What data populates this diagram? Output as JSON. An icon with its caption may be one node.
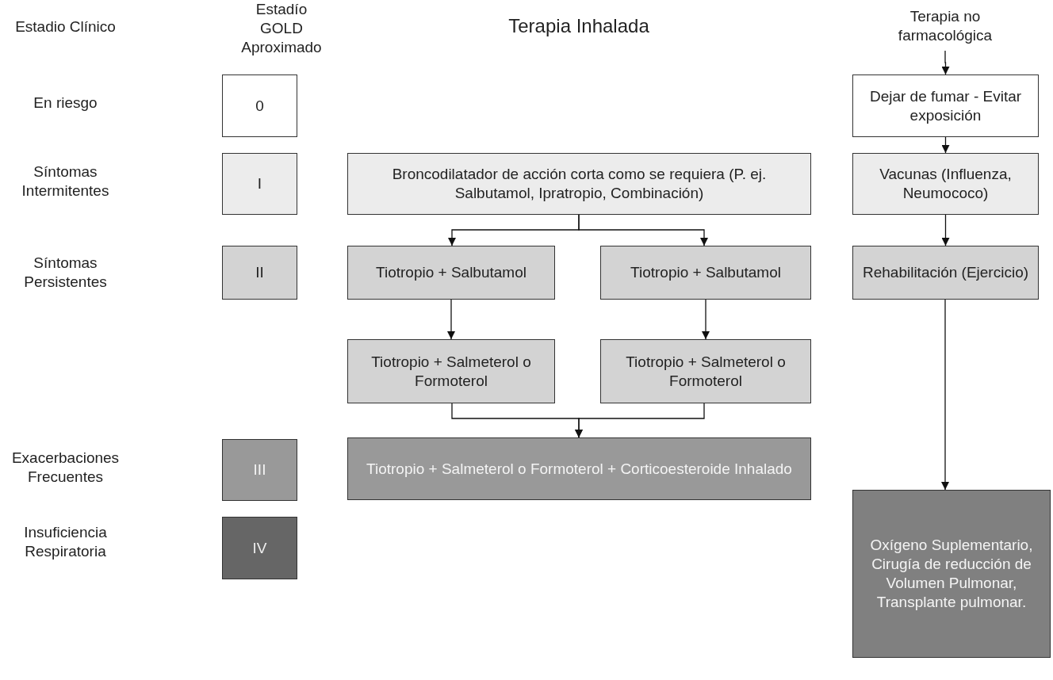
{
  "diagram": {
    "nodes": [
      {
        "text": [
          "Terapia no farmacológica"
        ]
      },
      {
        "text": [
          "0"
        ]
      },
      {
        "text": [
          "Dejar de fumar - Evitar exposición"
        ]
      },
      {
        "text": [
          "I"
        ]
      },
      {
        "text": [
          "Broncodilatador de acción corta como se requiera (P. ej. Salbutamol, Ipratropio, Combinación)"
        ]
      },
      {
        "text": [
          "Vacunas (Influenza, Neumococo)"
        ]
      },
      {
        "text": [
          "II"
        ]
      },
      {
        "text": [
          "Tiotropio + Salbutamol"
        ]
      },
      {
        "text": [
          "Tiotropio + Salbutamol"
        ]
      },
      {
        "text": [
          "Rehabilitación (Ejercicio)"
        ]
      },
      {
        "text": [
          "Tiotropio + Salmeterol o Formoterol"
        ]
      },
      {
        "text": [
          "Tiotropio + Salmeterol o Formoterol"
        ]
      },
      {
        "text": [
          "III"
        ]
      },
      {
        "text": [
          "Tiotropio + Salmeterol o Formoterol + Corticoesteroide Inhalado"
        ]
      },
      {
        "text": [
          "IV"
        ]
      },
      {
        "text": [
          "Oxígeno Suplementario, Cirugía de reducción de Volumen Pulmonar, Transplante pulmonar."
        ]
      }
    ],
    "edges": [
      {
        "from": 0,
        "to": 2,
        "arrow": "to"
      },
      {
        "from": 2,
        "to": 5,
        "arrow": "to"
      },
      {
        "from": 5,
        "to": 9,
        "arrow": "to"
      },
      {
        "from": 9,
        "to": 15,
        "arrow": "to"
      },
      {
        "from": 4,
        "to": 7,
        "arrow": "to"
      },
      {
        "from": 4,
        "to": 8,
        "arrow": "to"
      },
      {
        "from": 7,
        "to": 10,
        "arrow": "to"
      },
      {
        "from": 8,
        "to": 11,
        "arrow": "to"
      },
      {
        "from": 10,
        "to": 13,
        "arrow": "to"
      },
      {
        "from": 11,
        "to": 13,
        "arrow": "to"
      }
    ],
    "labels": [
      "Estadio Clínico",
      "Estadío GOLD Aproximado",
      "Terapia Inhalada",
      "En riesgo",
      "Síntomas Intermitentes",
      "Síntomas Persistentes",
      "Exacerbaciones Frecuentes",
      "Insuficiencia Respiratoria"
    ]
  }
}
